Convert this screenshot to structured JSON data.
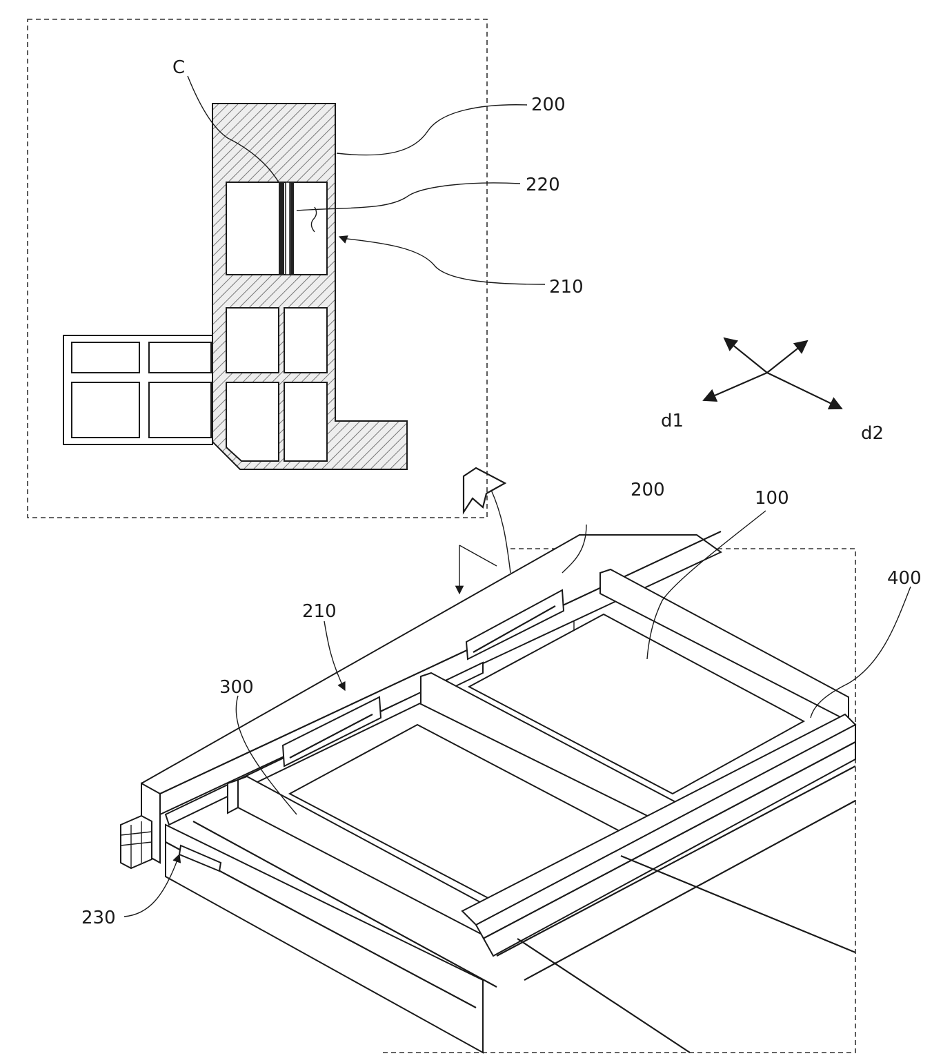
{
  "labels": {
    "c": "C",
    "inset_200": "200",
    "inset_220": "220",
    "inset_210": "210",
    "d1": "d1",
    "d2": "d2",
    "main_200": "200",
    "main_100": "100",
    "main_400": "400",
    "main_210": "210",
    "main_300": "300",
    "main_230": "230"
  }
}
